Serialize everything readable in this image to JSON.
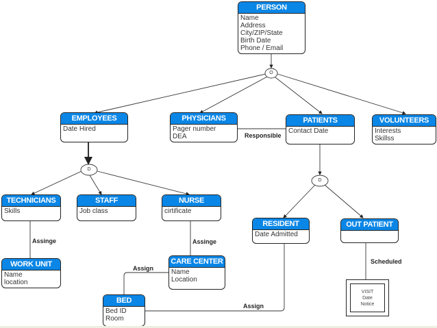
{
  "entities": {
    "person": {
      "title": "PERSON",
      "attrs": [
        "Name",
        "Address",
        "City/ZIP/State",
        "Birth Date",
        "Phone / Email"
      ]
    },
    "employees": {
      "title": "EMPLOYEES",
      "attrs": [
        "Date Hired"
      ]
    },
    "physicians": {
      "title": "PHYSICIANS",
      "attrs": [
        "Pager number",
        "DEA"
      ]
    },
    "patients": {
      "title": "PATIENTS",
      "attrs": [
        "Contact Date"
      ]
    },
    "volunteers": {
      "title": "VOLUNTEERS",
      "attrs": [
        "Interests",
        "Skillss"
      ]
    },
    "technicians": {
      "title": "TECHNICIANS",
      "attrs": [
        "Skills"
      ]
    },
    "staff": {
      "title": "STAFF",
      "attrs": [
        "Job class"
      ]
    },
    "nurse": {
      "title": "NURSE",
      "attrs": [
        "cirtificate"
      ]
    },
    "work_unit": {
      "title": "WORK UNIT",
      "attrs": [
        "Name",
        "location"
      ]
    },
    "care_center": {
      "title": "CARE CENTER",
      "attrs": [
        "Name",
        "Location"
      ]
    },
    "bed": {
      "title": "BED",
      "attrs": [
        "Bed ID",
        "Room"
      ]
    },
    "resident": {
      "title": "RESIDENT",
      "attrs": [
        "Date Admitted"
      ]
    },
    "out_patient": {
      "title": "OUT PATIENT",
      "attrs": []
    }
  },
  "weak_entity": {
    "visit": [
      "VISIT",
      "Date",
      "Notice"
    ]
  },
  "specialization": {
    "person": "O",
    "employees": "D",
    "patients": "D"
  },
  "relationships": {
    "responsible": "Responsible",
    "tech_work": "Assinge",
    "nurse_care": "Assinge",
    "care_bed": "Assign",
    "resident_bed": "Assign",
    "scheduled": "Scheduled"
  },
  "colors": {
    "header": "#0a86e6",
    "line": "#333333"
  }
}
